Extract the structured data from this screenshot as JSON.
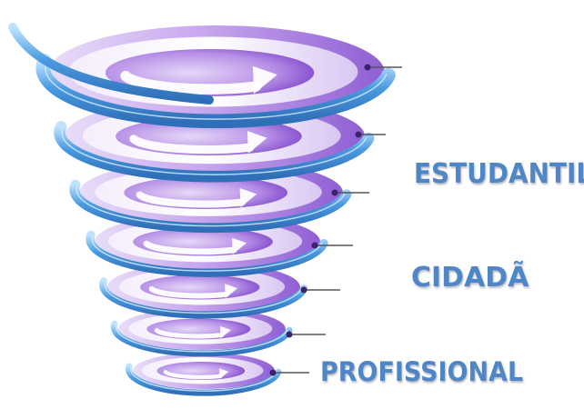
{
  "labels": {
    "estudantil": "ESTUDANTIL",
    "cidada": "CIDADÃ",
    "profissional": "PROFISSIONAL"
  },
  "colors": {
    "label_text": "#4f86c6",
    "ribbon_blue": "#3f8fd6",
    "ribbon_highlight": "#bfe3ff",
    "ring_purple": "#a77be0",
    "ring_purple_dark": "#6a3fb0",
    "ring_white": "#ffffff",
    "leader_line": "#555555"
  },
  "icons": {
    "spiral": "tornado-spiral-icon",
    "arrow": "circular-arrow-icon"
  }
}
